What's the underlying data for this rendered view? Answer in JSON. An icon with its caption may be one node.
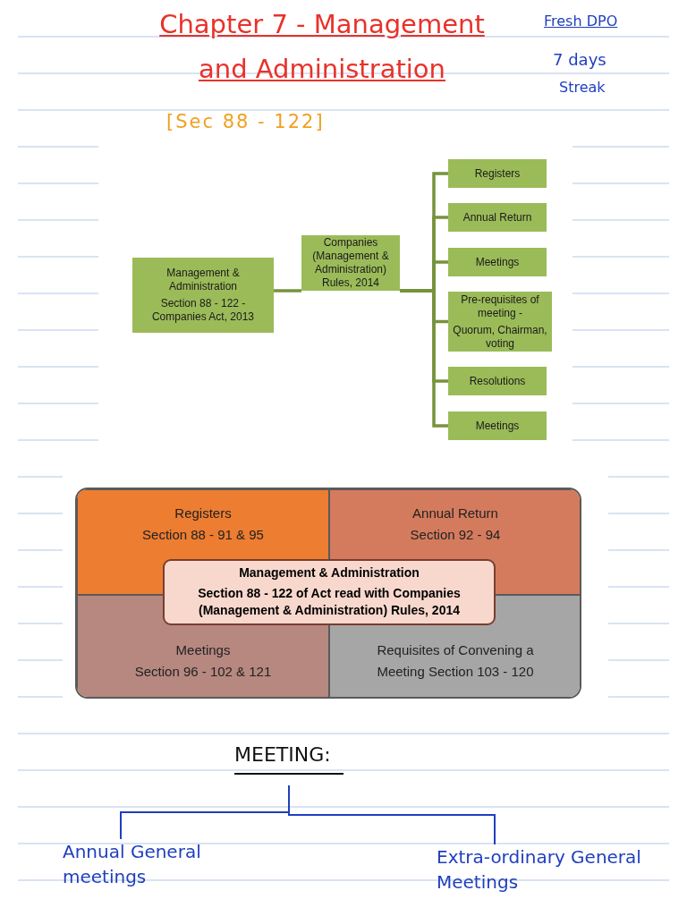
{
  "diagram": {
    "title": "Chapter 7 - Management and Administration",
    "nodes": [
      {
        "text": [
          "Management & Administration",
          "Section 88 - 122 - Companies Act, 2013"
        ]
      },
      {
        "text": [
          "Companies (Management & Administration) Rules, 2014"
        ]
      },
      {
        "text": [
          "Registers"
        ]
      },
      {
        "text": [
          "Annual Return"
        ]
      },
      {
        "text": [
          "Meetings"
        ]
      },
      {
        "text": [
          "Pre-requisites of meeting -",
          "Quorum, Chairman, voting"
        ]
      },
      {
        "text": [
          "Resolutions"
        ]
      },
      {
        "text": [
          "Meetings"
        ]
      },
      {
        "text": [],
        "shape": "box"
      },
      {
        "text": [
          "Registers",
          "Section 88 - 91 & 95"
        ],
        "in": 8
      },
      {
        "text": [
          "Annual Return",
          "Section 92 - 94"
        ],
        "in": 8
      },
      {
        "text": [
          "Meetings",
          "Section 96 - 102 & 121"
        ],
        "in": 8
      },
      {
        "text": [
          "Requisites of Convening a Meeting Section 103 - 120"
        ],
        "in": 8
      },
      {
        "text": [
          "Management & Administration",
          "Section 88 - 122 of Act read with Companies (Management & Administration) Rules, 2014"
        ],
        "in": 8
      },
      {
        "text": [
          "MEETING:"
        ]
      },
      {
        "text": [
          "Annual General meetings"
        ]
      },
      {
        "text": [
          "Extra-ordinary General Meetings"
        ]
      }
    ],
    "edges": [
      {
        "from": 0,
        "to": 1,
        "arrow": "none"
      },
      {
        "from": 1,
        "to": 2,
        "arrow": "none"
      },
      {
        "from": 1,
        "to": 3,
        "arrow": "none"
      },
      {
        "from": 1,
        "to": 4,
        "arrow": "none"
      },
      {
        "from": 1,
        "to": 5,
        "arrow": "none"
      },
      {
        "from": 1,
        "to": 6,
        "arrow": "none"
      },
      {
        "from": 1,
        "to": 7,
        "arrow": "none"
      },
      {
        "from": 14,
        "to": 15,
        "arrow": "none",
        "color": "#1f3fbf"
      },
      {
        "from": 14,
        "to": 16,
        "arrow": "none",
        "color": "#1f3fbf"
      }
    ],
    "labels": [
      "Fresh DPO",
      "7 days",
      "Streak",
      "[Sec 88 - 122]"
    ]
  }
}
